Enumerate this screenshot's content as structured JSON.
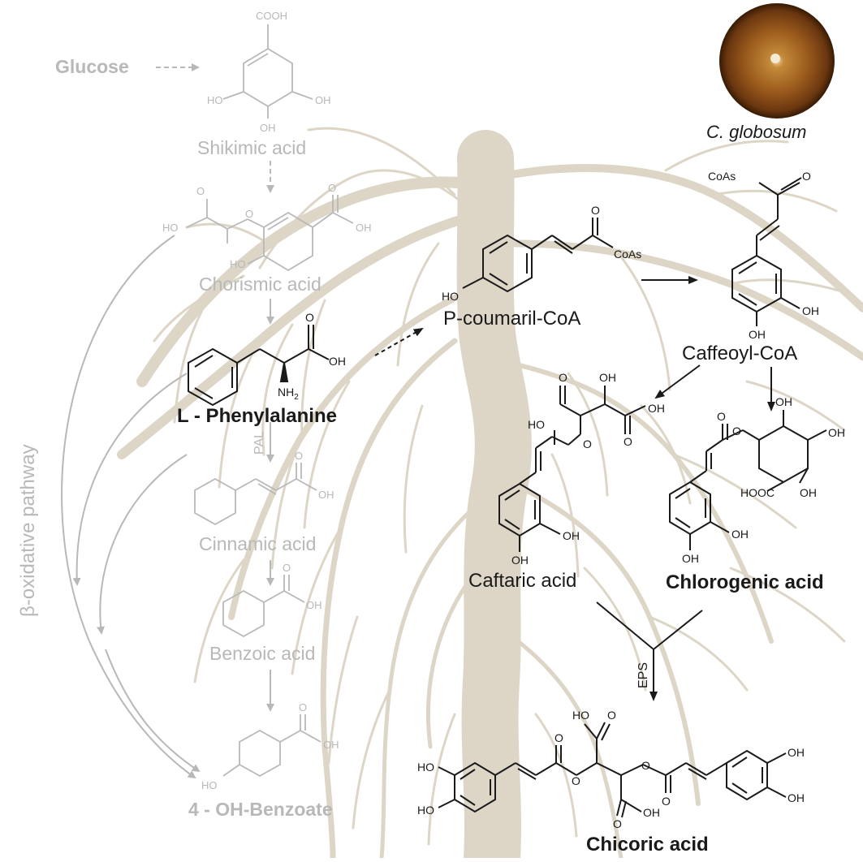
{
  "labels": {
    "glucose": "Glucose",
    "shikimic": "Shikimic acid",
    "chorismic": "Chorismic acid",
    "phenylalanine": "L - Phenylalanine",
    "cinnamic": "Cinnamic acid",
    "benzoic": "Benzoic acid",
    "oh_benzoate": "4 - OH-Benzoate",
    "pcoumaril": "P-coumaril-CoA",
    "caffeoyl": "Caffeoyl-CoA",
    "caftaric": "Caftaric acid",
    "chlorogenic": "Chlorogenic acid",
    "chicoric": "Chicoric acid",
    "fungus": "C. globosum",
    "pathway": "β-oxidative pathway",
    "pal": "PAL",
    "eps": "EPS"
  },
  "atoms": {
    "cooh": "COOH",
    "ho": "HO",
    "oh": "OH",
    "o": "O",
    "nh2": "NH",
    "nh2_sub": "2",
    "coas": "CoAs",
    "hooc": "HOOC"
  },
  "colors": {
    "gray": "#b8b8b8",
    "black": "#1a1a1a",
    "root": "#ddd6c7",
    "fungus_rim": "#5a2f0c",
    "fungus_center": "#c58a3a"
  }
}
